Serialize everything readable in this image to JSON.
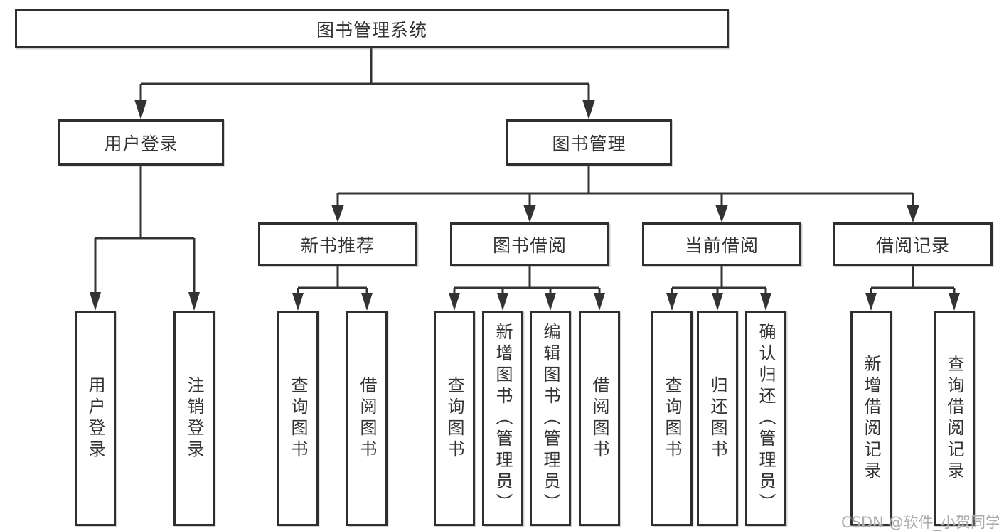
{
  "diagram": {
    "root": {
      "label": "图书管理系统"
    },
    "level2": {
      "user_login": {
        "label": "用户登录"
      },
      "book_mgmt": {
        "label": "图书管理"
      }
    },
    "level3": {
      "new_books": {
        "label": "新书推荐"
      },
      "borrow": {
        "label": "图书借阅"
      },
      "current": {
        "label": "当前借阅"
      },
      "records": {
        "label": "借阅记录"
      }
    },
    "leaves": {
      "user_login": [
        "用户登录",
        "注销登录"
      ],
      "new_books": [
        "查询图书",
        "借阅图书"
      ],
      "borrow": [
        "查询图书",
        "新增图书（管理员）",
        "编辑图书（管理员）",
        "借阅图书"
      ],
      "current": [
        "查询图书",
        "归还图书",
        "确认归还（管理员）"
      ],
      "records": [
        "新增借阅记录",
        "查询借阅记录"
      ]
    }
  },
  "watermark": {
    "text": "CSDN @软件_小贺同学"
  },
  "colors": {
    "background": "#ffffff",
    "line": "#333333",
    "box_border": "#2f2f2f",
    "text": "#333333",
    "watermark_gray": "#ababab"
  }
}
